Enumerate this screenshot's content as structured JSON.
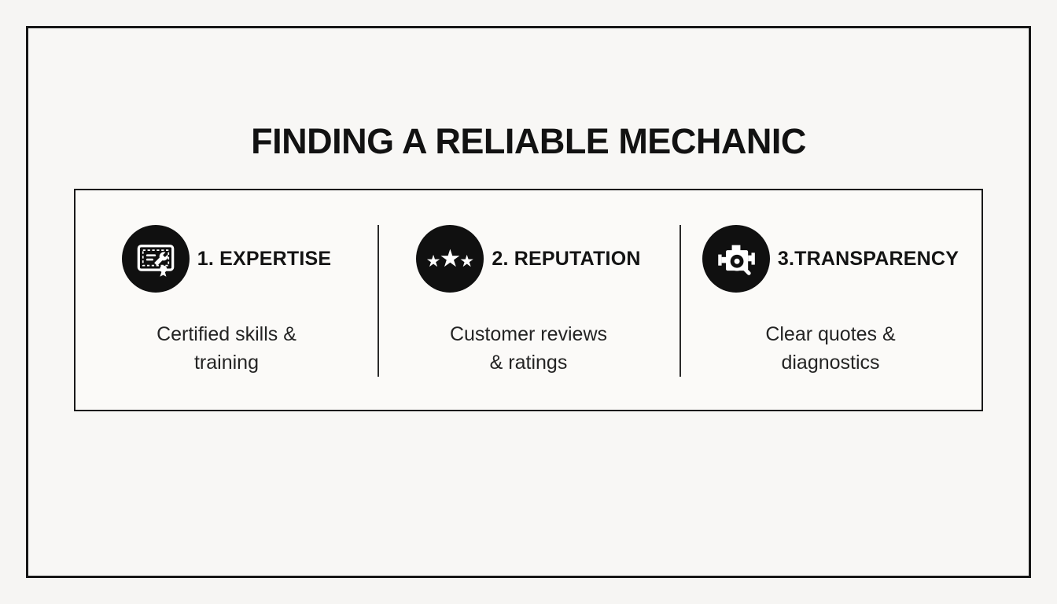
{
  "title": "FINDING A RELIABLE MECHANIC",
  "colors": {
    "background": "#f8f7f5",
    "border": "#161616",
    "icon_background": "#101010",
    "text": "#1b1b1b"
  },
  "icons": {
    "star_glyph": "★",
    "column_icons": [
      "certificate-wrench-icon",
      "three-stars-icon",
      "engine-magnifier-icon"
    ]
  },
  "columns": [
    {
      "heading": "1. EXPERTISE",
      "description": "Certified skills &\ntraining"
    },
    {
      "heading": "2. REPUTATION",
      "description": "Customer reviews\n& ratings"
    },
    {
      "heading": "3.TRANSPARENCY",
      "description": "Clear quotes &\ndiagnostics"
    }
  ]
}
